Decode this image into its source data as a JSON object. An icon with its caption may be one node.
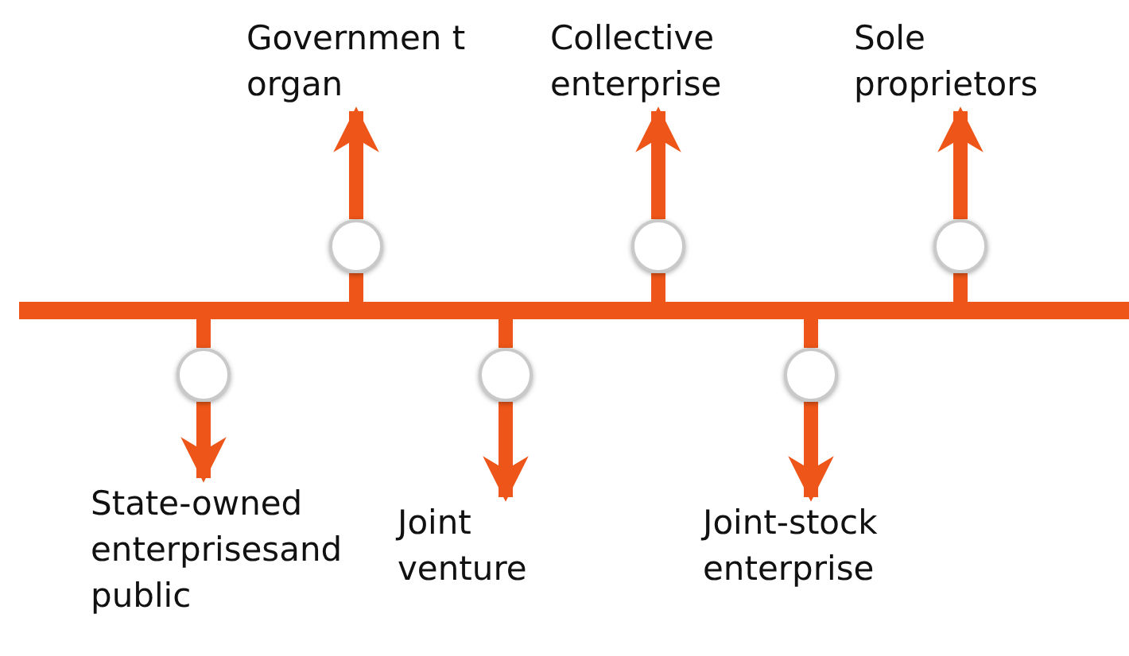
{
  "diagram": {
    "nodes": [
      {
        "text": [],
        "shape": "bar"
      },
      {
        "text": [],
        "shape": "circle"
      },
      {
        "text": [],
        "shape": "circle"
      },
      {
        "text": [],
        "shape": "circle"
      },
      {
        "text": [],
        "shape": "circle"
      },
      {
        "text": [],
        "shape": "circle"
      },
      {
        "text": [],
        "shape": "circle"
      },
      {
        "text": [
          "Governmen t organ"
        ]
      },
      {
        "text": [
          "Collective enterprise"
        ]
      },
      {
        "text": [
          "Sole proprietors"
        ]
      },
      {
        "text": [
          "State-owned enterprisesand public"
        ]
      },
      {
        "text": [
          "Joint venture"
        ]
      },
      {
        "text": [
          "Joint-stock enterprise"
        ]
      }
    ],
    "edges": [
      {
        "from": 0,
        "to": 1,
        "arrow": "none"
      },
      {
        "from": 1,
        "to": 7,
        "arrow": "to"
      },
      {
        "from": 0,
        "to": 2,
        "arrow": "none"
      },
      {
        "from": 2,
        "to": 8,
        "arrow": "to"
      },
      {
        "from": 0,
        "to": 3,
        "arrow": "none"
      },
      {
        "from": 3,
        "to": 9,
        "arrow": "to"
      },
      {
        "from": 0,
        "to": 4,
        "arrow": "none"
      },
      {
        "from": 4,
        "to": 10,
        "arrow": "to"
      },
      {
        "from": 0,
        "to": 5,
        "arrow": "none"
      },
      {
        "from": 5,
        "to": 11,
        "arrow": "to"
      },
      {
        "from": 0,
        "to": 6,
        "arrow": "none"
      },
      {
        "from": 6,
        "to": 12,
        "arrow": "to"
      }
    ]
  }
}
